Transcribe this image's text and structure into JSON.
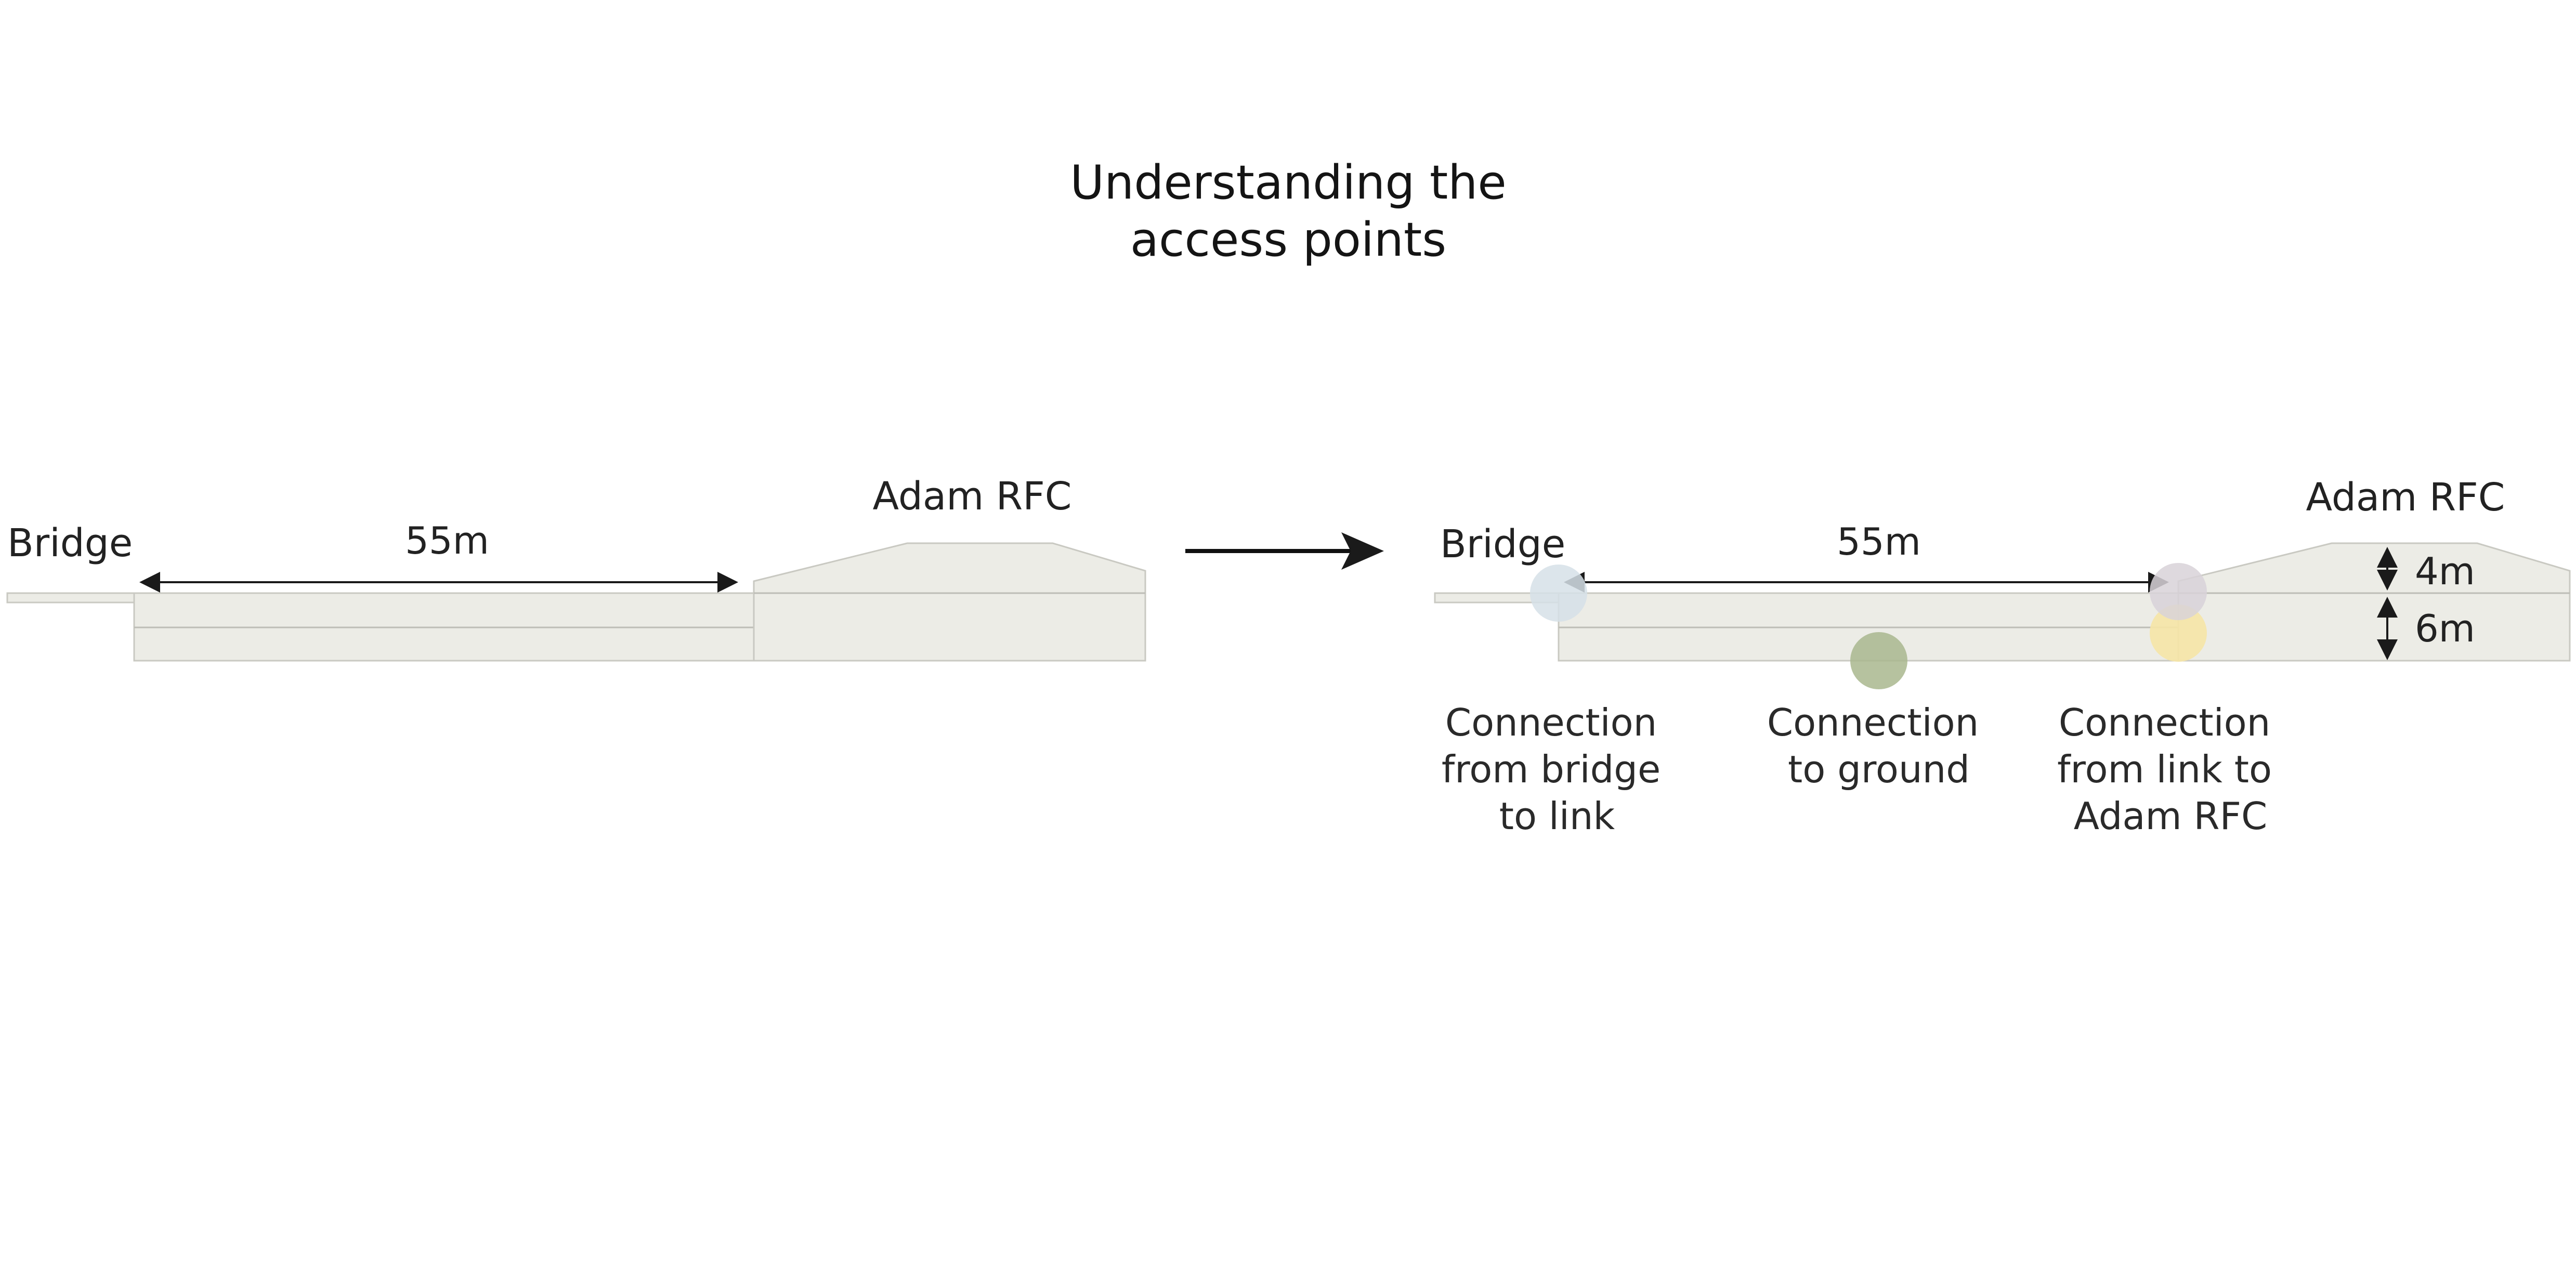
{
  "title": {
    "line1": "Understanding the",
    "line2": "access points"
  },
  "existing_section": {
    "bridge_label": "Bridge",
    "club_label": "Adam RFC",
    "span_label": "55m"
  },
  "proposed_section": {
    "bridge_label": "Bridge",
    "club_label": "Adam RFC",
    "span_label": "55m",
    "upper_height_label": "4m",
    "lower_height_label": "6m",
    "connections": [
      {
        "name": "bridge-to-link",
        "color": "#d6e1e8",
        "lines": [
          "Connection",
          "from bridge",
          "to link"
        ]
      },
      {
        "name": "ground",
        "color": "#a9b78e",
        "lines": [
          "Connection",
          "to ground"
        ]
      },
      {
        "name": "link-to-adam-rfc",
        "color": "#f6e6a6",
        "secondary_color": "#d8d2d8",
        "lines": [
          "Connection",
          "from link to",
          "Adam RFC"
        ]
      }
    ]
  },
  "colors": {
    "section_fill": "#ecece6",
    "section_stroke": "#c9c9c2",
    "line": "#1a1a1a"
  }
}
